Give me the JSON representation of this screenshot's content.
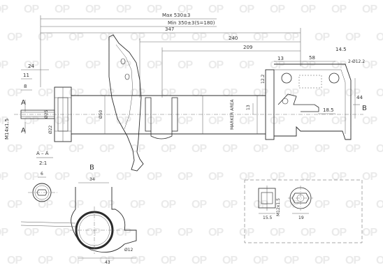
{
  "watermark": {
    "text": "OP"
  },
  "dimensions": {
    "max_length": "Max 530±3",
    "min_length": "Min  350±3(S=180)",
    "d_347": "347",
    "d_240": "240",
    "d_209": "209",
    "d_24": "24",
    "d_11": "11",
    "d_8": "8",
    "d_m14": "M14x1.5",
    "d_phi25": "Ø25",
    "d_phi22": "Ø22",
    "d_phi50": "Ø50",
    "d_13_top": "13",
    "d_58": "58",
    "d_14_5": "14.5",
    "d_2phi12": "2-Ø12.2",
    "d_12_2": "12.2",
    "d_13_side": "13",
    "d_18_5": "18.5",
    "d_44": "44",
    "d_34": "34",
    "d_phi12": "Ø12",
    "d_43": "43",
    "d_6": "6",
    "d_m12": "M12x1.5",
    "d_15_5": "15.5",
    "d_19": "19"
  },
  "labels": {
    "marker_area": "MARKER AREA",
    "section_a_upper": "A",
    "section_a_lower": "A",
    "section_b_view": "B",
    "section_aa_title": "A – A",
    "section_aa_scale": "2:1",
    "view_b_title": "B"
  }
}
